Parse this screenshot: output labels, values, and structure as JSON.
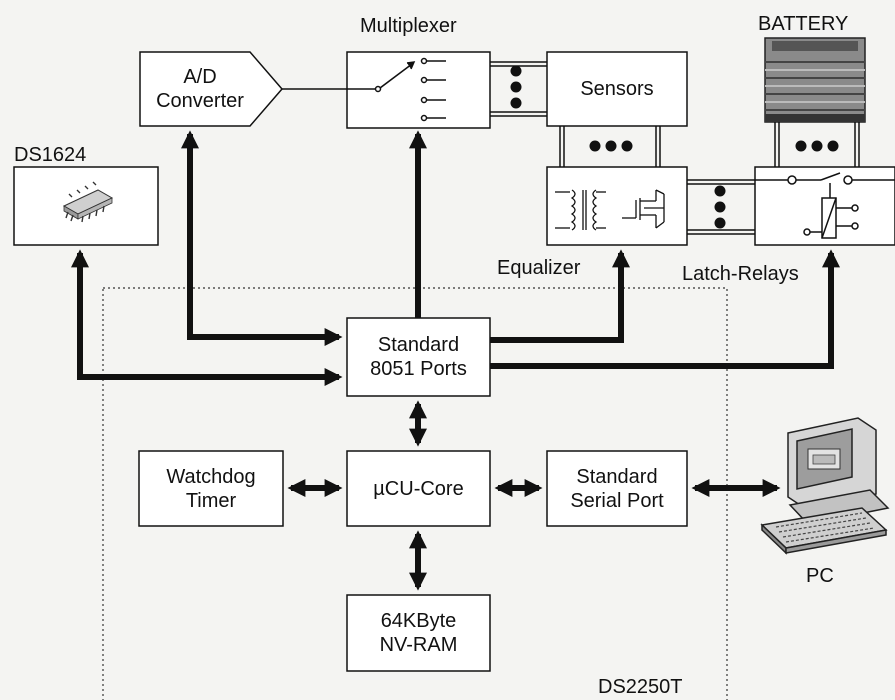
{
  "labels": {
    "multiplexer": "Multiplexer",
    "battery": "BATTERY",
    "ds1624": "DS1624",
    "equalizer": "Equalizer",
    "latch_relays": "Latch-Relays",
    "pc": "PC",
    "ds2250t": "DS2250T"
  },
  "blocks": {
    "ad_converter": [
      "A/D",
      "Converter"
    ],
    "sensors": "Sensors",
    "ports": [
      "Standard",
      "8051 Ports"
    ],
    "watchdog": [
      "Watchdog",
      "Timer"
    ],
    "ucu_core": "µCU-Core",
    "serial": [
      "Standard",
      "Serial Port"
    ],
    "nvram": [
      "64KByte",
      "NV-RAM"
    ]
  },
  "icons": {
    "ds1624_chip": "chip-icon",
    "battery": "battery-icon",
    "pc": "computer-icon",
    "mux_switch": "switch-icon",
    "transformer": "transformer-icon",
    "mosfet": "mosfet-icon",
    "relay": "relay-icon",
    "bus_dots": "ellipsis-icon"
  },
  "colors": {
    "line": "#111111",
    "box_fill": "#ffffff",
    "background": "#f4f4f2"
  }
}
